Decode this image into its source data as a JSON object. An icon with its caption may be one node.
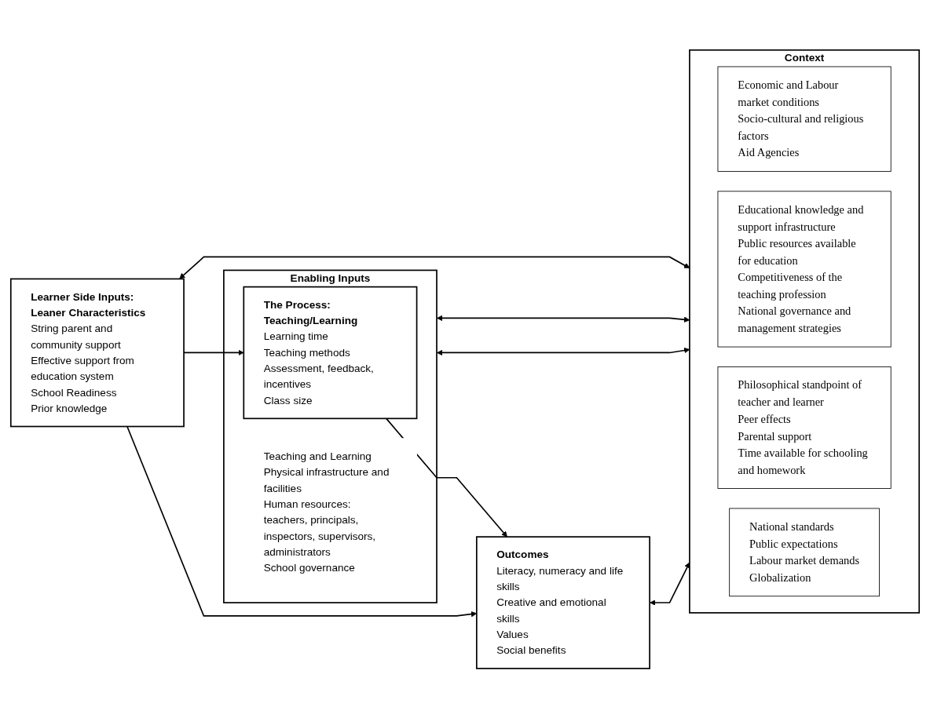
{
  "diagram": {
    "nodes": [
      {
        "text": [
          "Learner Side Inputs: Leaner Characteristics",
          "String parent and community support",
          "Effective support from education system",
          "School Readiness",
          "Prior knowledge"
        ]
      },
      {
        "text": [
          "Enabling Inputs",
          "Teaching and Learning",
          "Physical infrastructure and facilities",
          "Human resources: teachers, principals, inspectors, supervisors, administrators",
          "School governance"
        ]
      },
      {
        "text": [
          "The Process: Teaching/Learning",
          "Learning time",
          "Teaching methods",
          "Assessment, feedback, incentives",
          "Class size"
        ],
        "in": 1
      },
      {
        "text": [
          "Outcomes",
          "Literacy, numeracy and life skills",
          "Creative and emotional skills",
          "Values",
          "Social benefits"
        ]
      },
      {
        "text": [
          "Context"
        ]
      },
      {
        "text": [
          "Economic and Labour market conditions",
          "Socio-cultural and religious factors",
          "Aid Agencies"
        ],
        "in": 4
      },
      {
        "text": [
          "Educational knowledge and support infrastructure",
          "Public resources available for education",
          "Competitiveness of the teaching profession",
          "National governance and management strategies"
        ],
        "in": 4
      },
      {
        "text": [
          "Philosophical standpoint of teacher and learner",
          "Peer effects",
          "Parental support",
          "Time available for schooling and homework"
        ],
        "in": 4
      },
      {
        "text": [
          "National standards",
          "Public expectations",
          "Labour market demands",
          "Globalization"
        ],
        "in": 4
      }
    ],
    "edges": [
      {
        "from": 0,
        "to": 2,
        "arrow": "to"
      },
      {
        "from": 2,
        "to": 3,
        "arrow": "to"
      },
      {
        "from": 0,
        "to": 3,
        "arrow": "to"
      },
      {
        "from": 0,
        "to": 4,
        "arrow": "both"
      },
      {
        "from": 1,
        "to": 4,
        "arrow": "both"
      },
      {
        "from": 1,
        "to": 4,
        "arrow": "both"
      },
      {
        "from": 3,
        "to": 4,
        "arrow": "both"
      }
    ]
  }
}
